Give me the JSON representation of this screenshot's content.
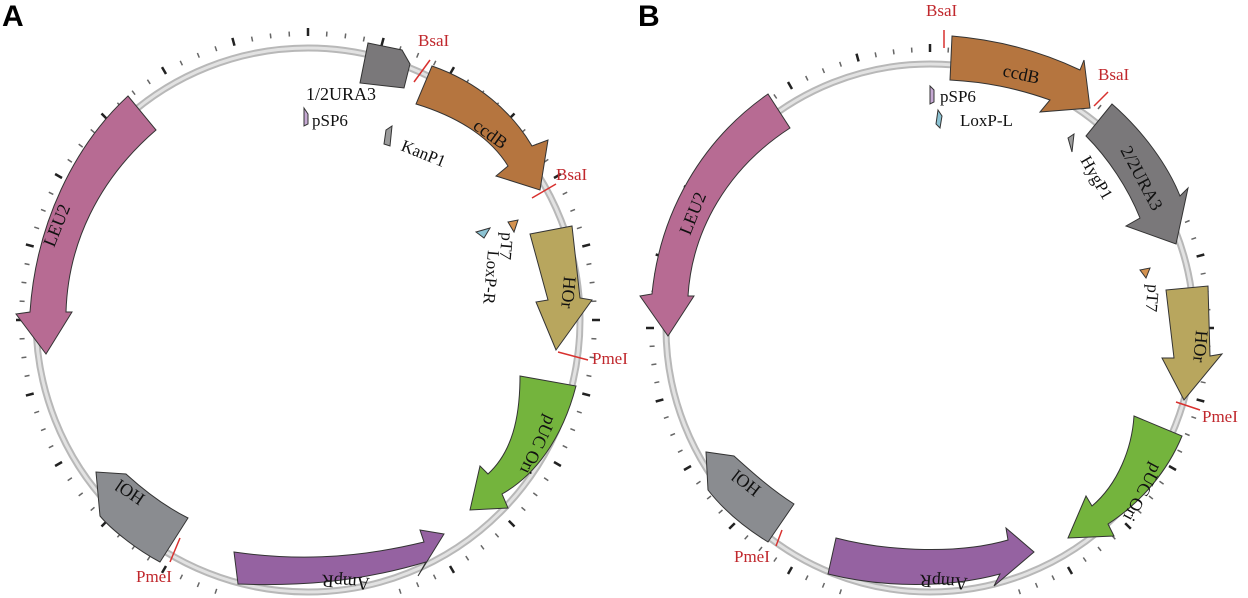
{
  "panels": [
    {
      "letter": "A",
      "arrows": [
        {
          "label": "1/2URA3"
        },
        {
          "label": "ccdB"
        },
        {
          "label": "HOr"
        },
        {
          "label": "pUC Ori"
        },
        {
          "label": "AmpR"
        },
        {
          "label": "HOl"
        },
        {
          "label": "LEU2"
        }
      ],
      "primers": [
        {
          "label": "pSP6"
        },
        {
          "label": "KanP1"
        },
        {
          "label": "pT7"
        },
        {
          "label": "LoxP-R"
        }
      ],
      "sites": [
        {
          "label": "BsaI"
        },
        {
          "label": "BsaI"
        },
        {
          "label": "PmeI"
        },
        {
          "label": "PmeI"
        }
      ]
    },
    {
      "letter": "B",
      "arrows": [
        {
          "label": "ccdB"
        },
        {
          "label": "2/2URA3"
        },
        {
          "label": "HOr"
        },
        {
          "label": "pUC Ori"
        },
        {
          "label": "AmpR"
        },
        {
          "label": "HOl"
        },
        {
          "label": "LEU2"
        }
      ],
      "primers": [
        {
          "label": "pSP6"
        },
        {
          "label": "LoxP-L"
        },
        {
          "label": "HygP1"
        },
        {
          "label": "pT7"
        }
      ],
      "sites": [
        {
          "label": "BsaI"
        },
        {
          "label": "BsaI"
        },
        {
          "label": "PmeI"
        },
        {
          "label": "PmeI"
        }
      ]
    }
  ],
  "colors": {
    "ura3": "#7a787a",
    "ccdB": "#b5753f",
    "HOr": "#b8a65e",
    "pUC_Ori": "#74b43d",
    "AmpR": "#9562a1",
    "HOl": "#8a8c90",
    "LEU2": "#b76b93",
    "backbone": "#c8c8c8",
    "site": "#d8312f",
    "primer_pSP6": "#c6a9d3",
    "primer_kan": "#9b9b9b",
    "primer_pT7": "#d4924f",
    "primer_loxp": "#8cc3d3"
  }
}
